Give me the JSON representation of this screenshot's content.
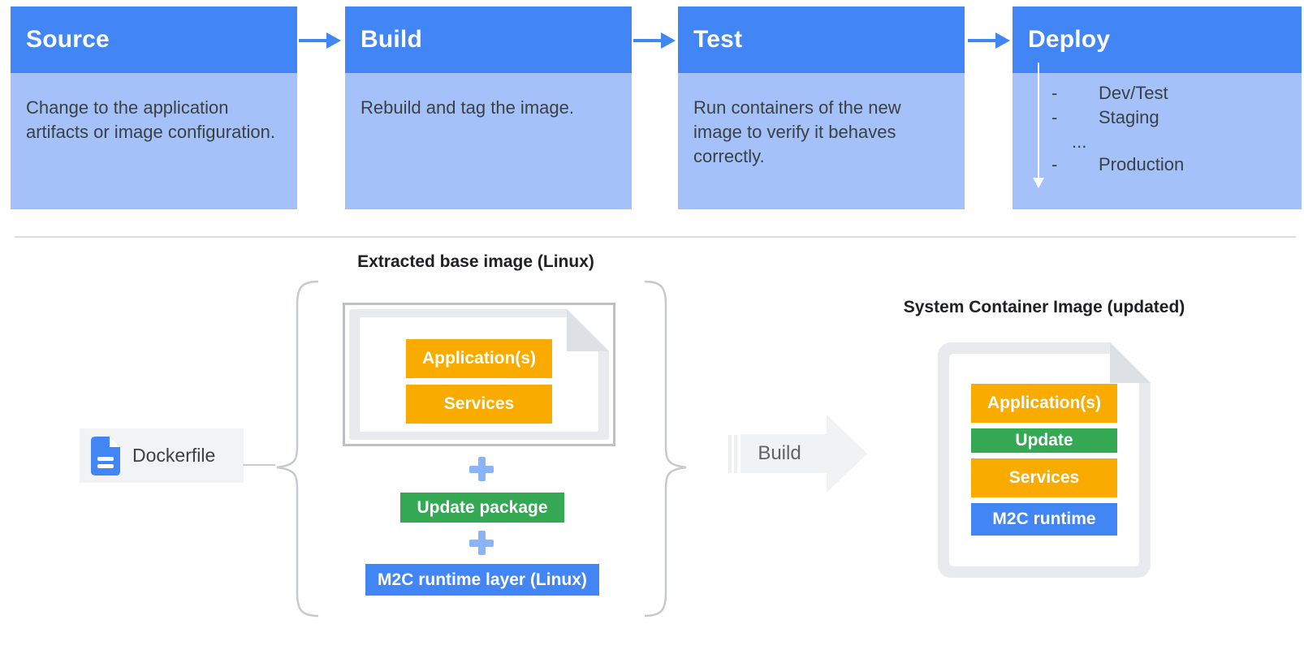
{
  "colors": {
    "stage_header_blue": "#4285F4",
    "stage_body_blue": "#A4C2F9",
    "layer_yellow": "#F9AB00",
    "layer_green": "#34A853",
    "layer_blue": "#4285F4",
    "plus_light_blue": "#8AB4F8",
    "document_gray": "#E8EAED",
    "box_border_gray": "#BDC1C6",
    "text_dark": "#3C4043",
    "build_arrow_gray": "#F1F2F4"
  },
  "icons": {
    "stage_arrow": "arrow-right",
    "deploy_flow_arrow": "arrow-down-white",
    "dockerfile": "blue-document",
    "plus": "plus-cross",
    "build_arrow": "big-arrow-right",
    "brace_left": "curly-brace-left",
    "brace_right": "curly-brace-right"
  },
  "pipeline": {
    "stages": [
      {
        "title": "Source",
        "description": "Change to the application artifacts or image configuration."
      },
      {
        "title": "Build",
        "description": "Rebuild and tag the image."
      },
      {
        "title": "Test",
        "description": "Run containers of the new image to verify it behaves correctly."
      },
      {
        "title": "Deploy",
        "steps": [
          {
            "bullet": "-",
            "label": "Dev/Test"
          },
          {
            "bullet": "-",
            "label": "Staging"
          },
          {
            "bullet": "...",
            "label": ""
          },
          {
            "bullet": "-",
            "label": "Production"
          }
        ]
      }
    ]
  },
  "build_flow": {
    "dockerfile_label": "Dockerfile",
    "extracted_title": "Extracted base image (Linux)",
    "base_image_layers": [
      "Application(s)",
      "Services"
    ],
    "plus": "+",
    "update_package_label": "Update package",
    "m2c_layer_label": "M2C runtime layer (Linux)",
    "build_arrow_label": "Build",
    "result_title": "System Container Image (updated)",
    "result_layers": [
      {
        "label": "Application(s)",
        "color": "yellow"
      },
      {
        "label": "Update",
        "color": "green"
      },
      {
        "label": "Services",
        "color": "yellow"
      },
      {
        "label": "M2C runtime",
        "color": "blue"
      }
    ]
  }
}
